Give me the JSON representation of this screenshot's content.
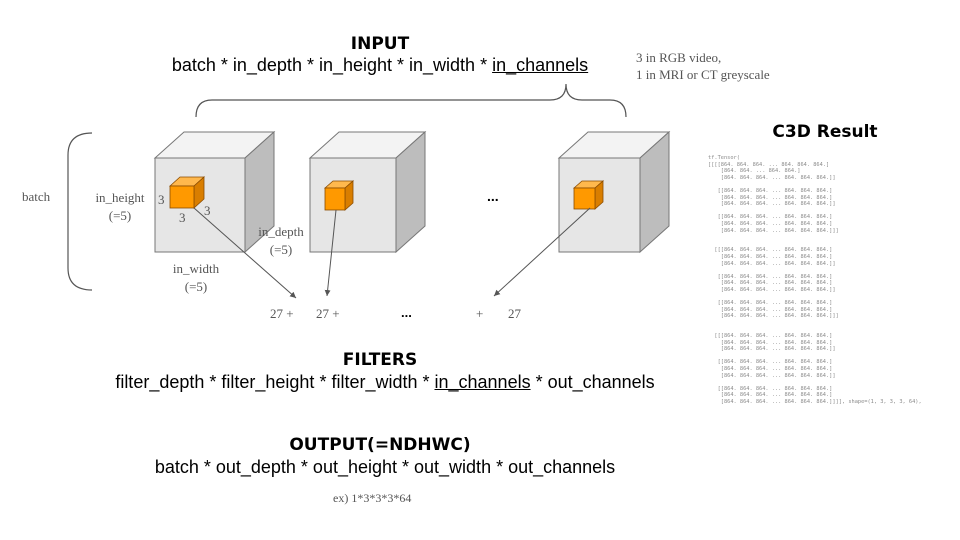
{
  "input": {
    "title": "INPUT",
    "formula_prefix": "batch * in_depth * in_height * in_width * ",
    "formula_channels": "in_channels",
    "note_line1": "3 in RGB video,",
    "note_line2": "1 in MRI or CT greyscale"
  },
  "labels": {
    "batch": "batch",
    "in_height": "in_height",
    "in_height_val": "(=5)",
    "in_width": "in_width",
    "in_width_val": "(=5)",
    "in_depth": "in_depth",
    "in_depth_val": "(=5)",
    "kernel_h": "3",
    "kernel_w": "3",
    "kernel_d": "3",
    "ellipsis": "...",
    "sum_term1": "27 +",
    "sum_term2": "27 +",
    "sum_ellipsis": "...",
    "sum_plus": "+",
    "sum_last": "27"
  },
  "filters": {
    "title": "FILTERS",
    "formula_prefix": "filter_depth * filter_height * filter_width * ",
    "formula_channels": "in_channels",
    "formula_suffix": " * out_channels"
  },
  "output": {
    "title": "OUTPUT(=NDHWC)",
    "formula": "batch * out_depth * out_height * out_width * out_channels",
    "example": "ex) 1*3*3*3*64"
  },
  "result": {
    "title": "C3D Result",
    "header": "tf.Tensor(",
    "lines": [
      "[[[[864. 864. 864. ... 864. 864. 864.]",
      "    [864. 864. ... 864. 864.]",
      "    [864. 864. 864. ... 864. 864. 864.]]",
      "",
      "   [[864. 864. 864. ... 864. 864. 864.]",
      "    [864. 864. 864. ... 864. 864. 864.]",
      "    [864. 864. 864. ... 864. 864. 864.]]",
      "",
      "   [[864. 864. 864. ... 864. 864. 864.]",
      "    [864. 864. 864. ... 864. 864. 864.]",
      "    [864. 864. 864. ... 864. 864. 864.]]]",
      "",
      "",
      "  [[[864. 864. 864. ... 864. 864. 864.]",
      "    [864. 864. 864. ... 864. 864. 864.]",
      "    [864. 864. 864. ... 864. 864. 864.]]",
      "",
      "   [[864. 864. 864. ... 864. 864. 864.]",
      "    [864. 864. 864. ... 864. 864. 864.]",
      "    [864. 864. 864. ... 864. 864. 864.]]",
      "",
      "   [[864. 864. 864. ... 864. 864. 864.]",
      "    [864. 864. 864. ... 864. 864. 864.]",
      "    [864. 864. 864. ... 864. 864. 864.]]]",
      "",
      "",
      "  [[[864. 864. 864. ... 864. 864. 864.]",
      "    [864. 864. 864. ... 864. 864. 864.]",
      "    [864. 864. 864. ... 864. 864. 864.]]",
      "",
      "   [[864. 864. 864. ... 864. 864. 864.]",
      "    [864. 864. 864. ... 864. 864. 864.]",
      "    [864. 864. 864. ... 864. 864. 864.]]",
      "",
      "   [[864. 864. 864. ... 864. 864. 864.]",
      "    [864. 864. 864. ... 864. 864. 864.]",
      "    [864. 864. 864. ... 864. 864. 864.]]]], shape=(1, 3, 3, 3, 64),"
    ]
  },
  "colors": {
    "cube_front": "#e6e6e6",
    "cube_top": "#f3f3f3",
    "cube_side": "#bdbdbd",
    "kernel_front": "#ff9900",
    "kernel_top": "#ffb84d",
    "kernel_side": "#d97e00"
  }
}
